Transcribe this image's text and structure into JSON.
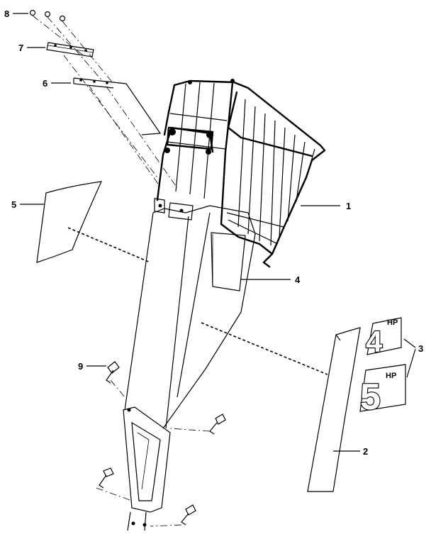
{
  "callouts": {
    "c1": "1",
    "c2": "2",
    "c3": "3",
    "c4": "4",
    "c5": "5",
    "c6": "6",
    "c7": "7",
    "c8": "8",
    "c9": "9"
  },
  "decals": {
    "four_digit": "4",
    "five_digit": "5",
    "hp_label": "HP"
  }
}
